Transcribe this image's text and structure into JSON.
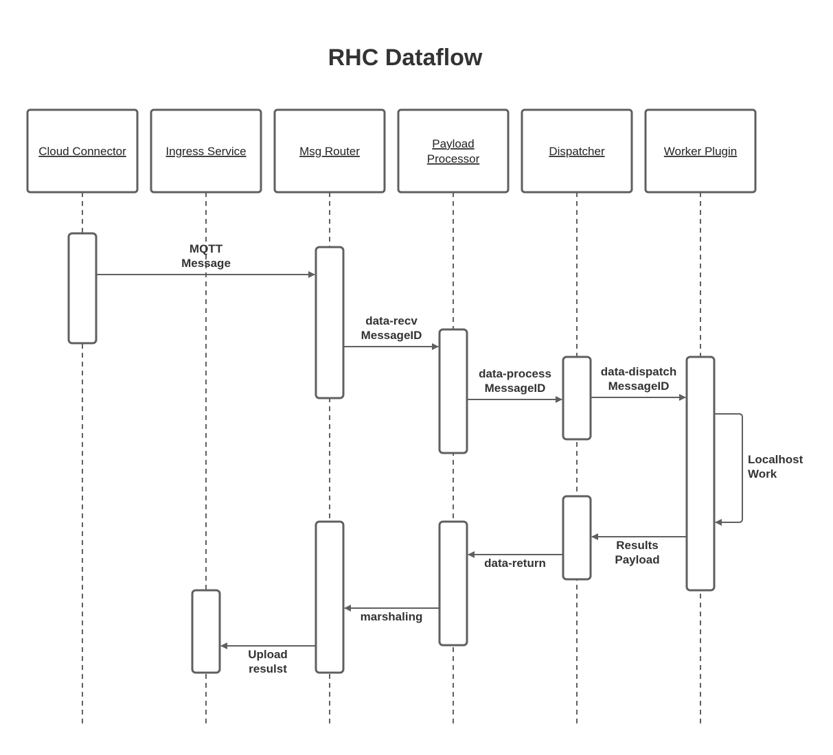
{
  "title": "RHC Dataflow",
  "participants": [
    {
      "id": "cloud-connector",
      "label": [
        "Cloud Connector"
      ]
    },
    {
      "id": "ingress-service",
      "label": [
        "Ingress Service"
      ]
    },
    {
      "id": "msg-router",
      "label": [
        "Msg Router"
      ]
    },
    {
      "id": "payload-processor",
      "label": [
        "Payload",
        "Processor"
      ]
    },
    {
      "id": "dispatcher",
      "label": [
        "Dispatcher"
      ]
    },
    {
      "id": "worker-plugin",
      "label": [
        "Worker Plugin"
      ]
    }
  ],
  "messages": [
    {
      "id": "mqtt-message",
      "label": [
        "MQTT",
        "Message"
      ]
    },
    {
      "id": "data-recv",
      "label": [
        "data-recv",
        "MessageID"
      ]
    },
    {
      "id": "data-process",
      "label": [
        "data-process",
        "MessageID"
      ]
    },
    {
      "id": "data-dispatch",
      "label": [
        "data-dispatch",
        "MessageID"
      ]
    },
    {
      "id": "localhost-work",
      "label": [
        "Localhost",
        "Work"
      ]
    },
    {
      "id": "results-payload",
      "label": [
        "Results",
        "Payload"
      ]
    },
    {
      "id": "data-return",
      "label": [
        "data-return"
      ]
    },
    {
      "id": "marshaling",
      "label": [
        "marshaling"
      ]
    },
    {
      "id": "upload-result",
      "label": [
        "Upload",
        "resulst"
      ]
    }
  ]
}
